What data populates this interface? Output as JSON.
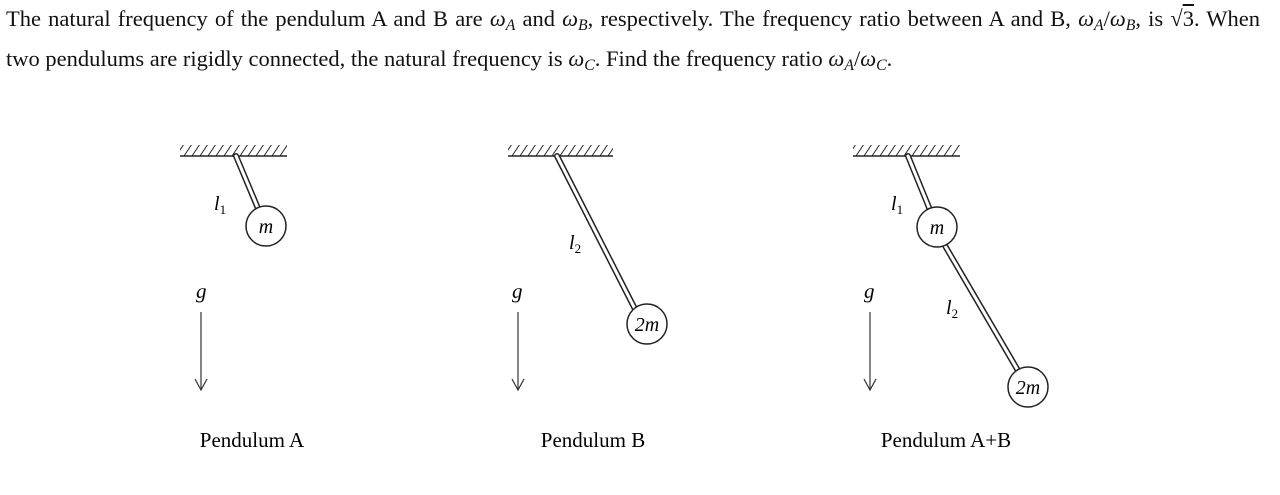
{
  "problem": {
    "t1": "The natural frequency of the pendulum A and B are",
    "omega": "ω",
    "subA": "A",
    "subB": "B",
    "subC": "C",
    "and": "and",
    "t2": ", respectively. The frequency ratio between A and B,",
    "slash": "/",
    "is": ", is",
    "sqrtSign": "√",
    "sqrtArg": "3",
    "t3": ". When two pendulums are rigidly connected, the natural frequency is",
    "t4": ". Find the frequency ratio",
    "end": "."
  },
  "pendulums": [
    {
      "caption": "Pendulum A",
      "g": "g",
      "l1": "l",
      "l1_sub": "1",
      "mass": "m"
    },
    {
      "caption": "Pendulum B",
      "g": "g",
      "l2": "l",
      "l2_sub": "2",
      "mass": "2m"
    },
    {
      "caption": "Pendulum A+B",
      "g": "g",
      "l1": "l",
      "l1_sub": "1",
      "l2": "l",
      "l2_sub": "2",
      "mass1": "m",
      "mass2": "2m"
    }
  ]
}
